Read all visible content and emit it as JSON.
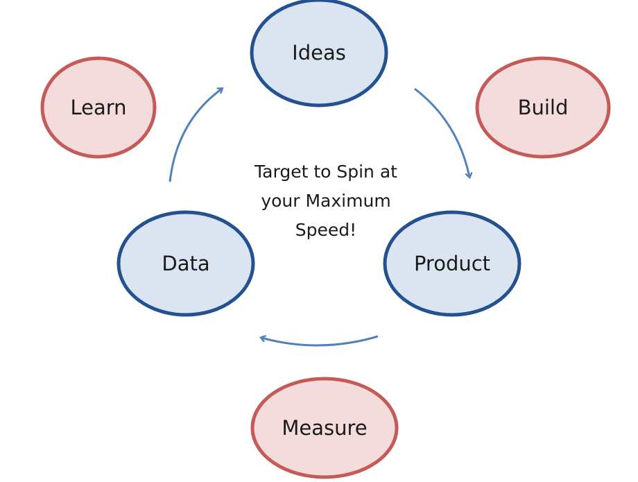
{
  "colors": {
    "blue_fill": "#dbe5f2",
    "blue_stroke": "#24518f",
    "red_fill": "#f3dcdb",
    "red_stroke": "#c55a57",
    "arrow": "#4f81bd"
  },
  "nodes": {
    "ideas": "Ideas",
    "product": "Product",
    "data": "Data",
    "learn": "Learn",
    "build": "Build",
    "measure": "Measure"
  },
  "center_text": [
    "Target to Spin at",
    "your Maximum",
    "Speed!"
  ]
}
